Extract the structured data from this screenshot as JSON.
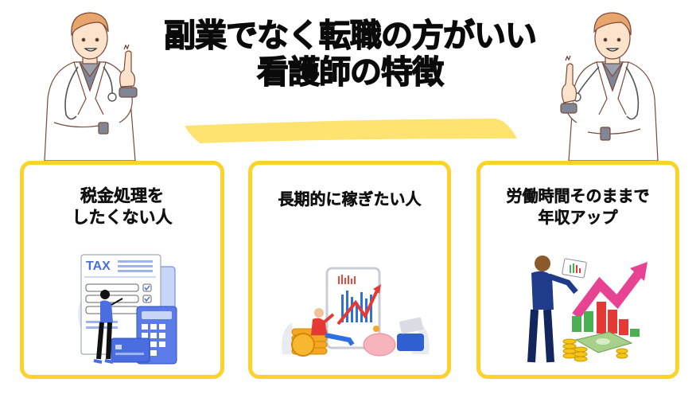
{
  "header": {
    "title_line1": "副業でなく転職の方がいい",
    "title_line2": "看護師の特徴"
  },
  "colors": {
    "card_border": "#FDD22A",
    "highlight": "#FFE370",
    "title_text": "#0a0a0a"
  },
  "cards": [
    {
      "title": "税金処理を\nしたくない人",
      "illustration": "tax-calculation-illustration",
      "illustration_text": "TAX"
    },
    {
      "title": "長期的に稼ぎたい人",
      "illustration": "investment-growth-illustration"
    },
    {
      "title": "労働時間そのままで\n年収アップ",
      "illustration": "income-up-businessman-illustration"
    }
  ],
  "decorations": {
    "left": "doctor-pointing-icon",
    "right": "doctor-pointing-icon"
  }
}
